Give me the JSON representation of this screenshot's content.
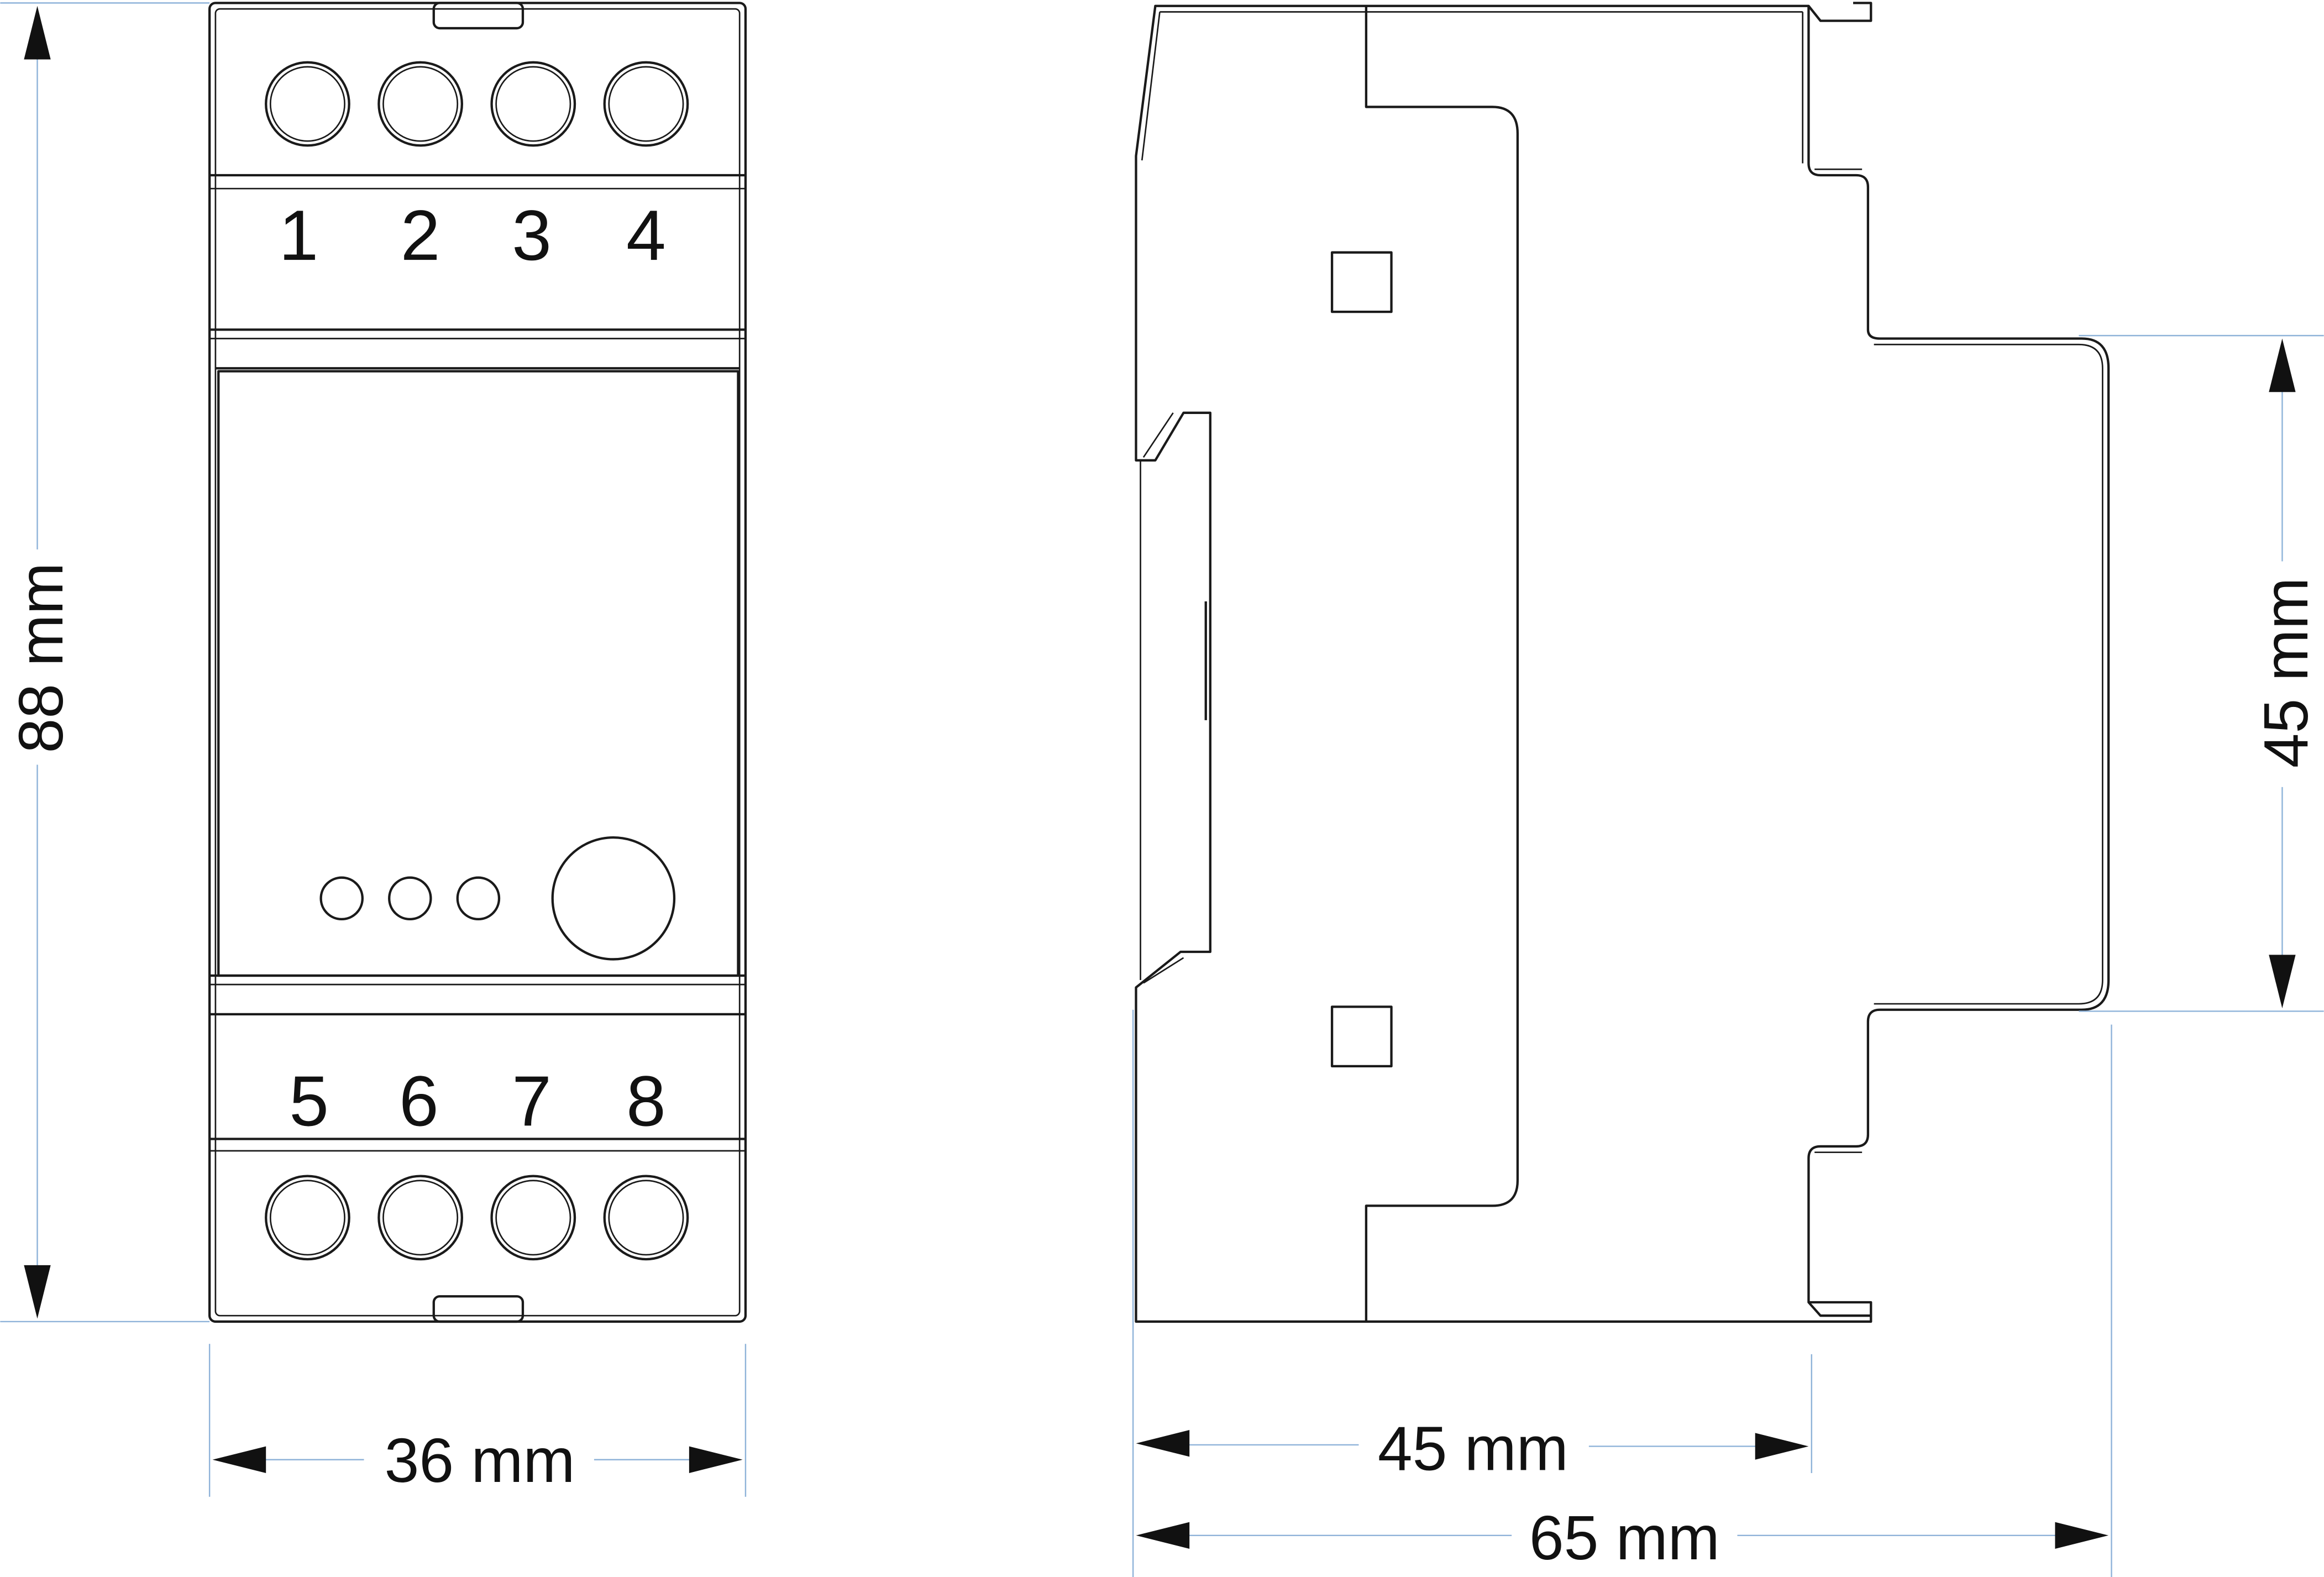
{
  "front_view": {
    "top_terminals": [
      "1",
      "2",
      "3",
      "4"
    ],
    "bottom_terminals": [
      "5",
      "6",
      "7",
      "8"
    ],
    "height_label": "88 mm",
    "width_label": "36 mm"
  },
  "side_view": {
    "rail_height_label": "45 mm",
    "depth_front_label": "45 mm",
    "depth_total_label": "65 mm"
  },
  "colors": {
    "outline": "#1a1a1a",
    "extension_lines": "#8fb3d9"
  }
}
